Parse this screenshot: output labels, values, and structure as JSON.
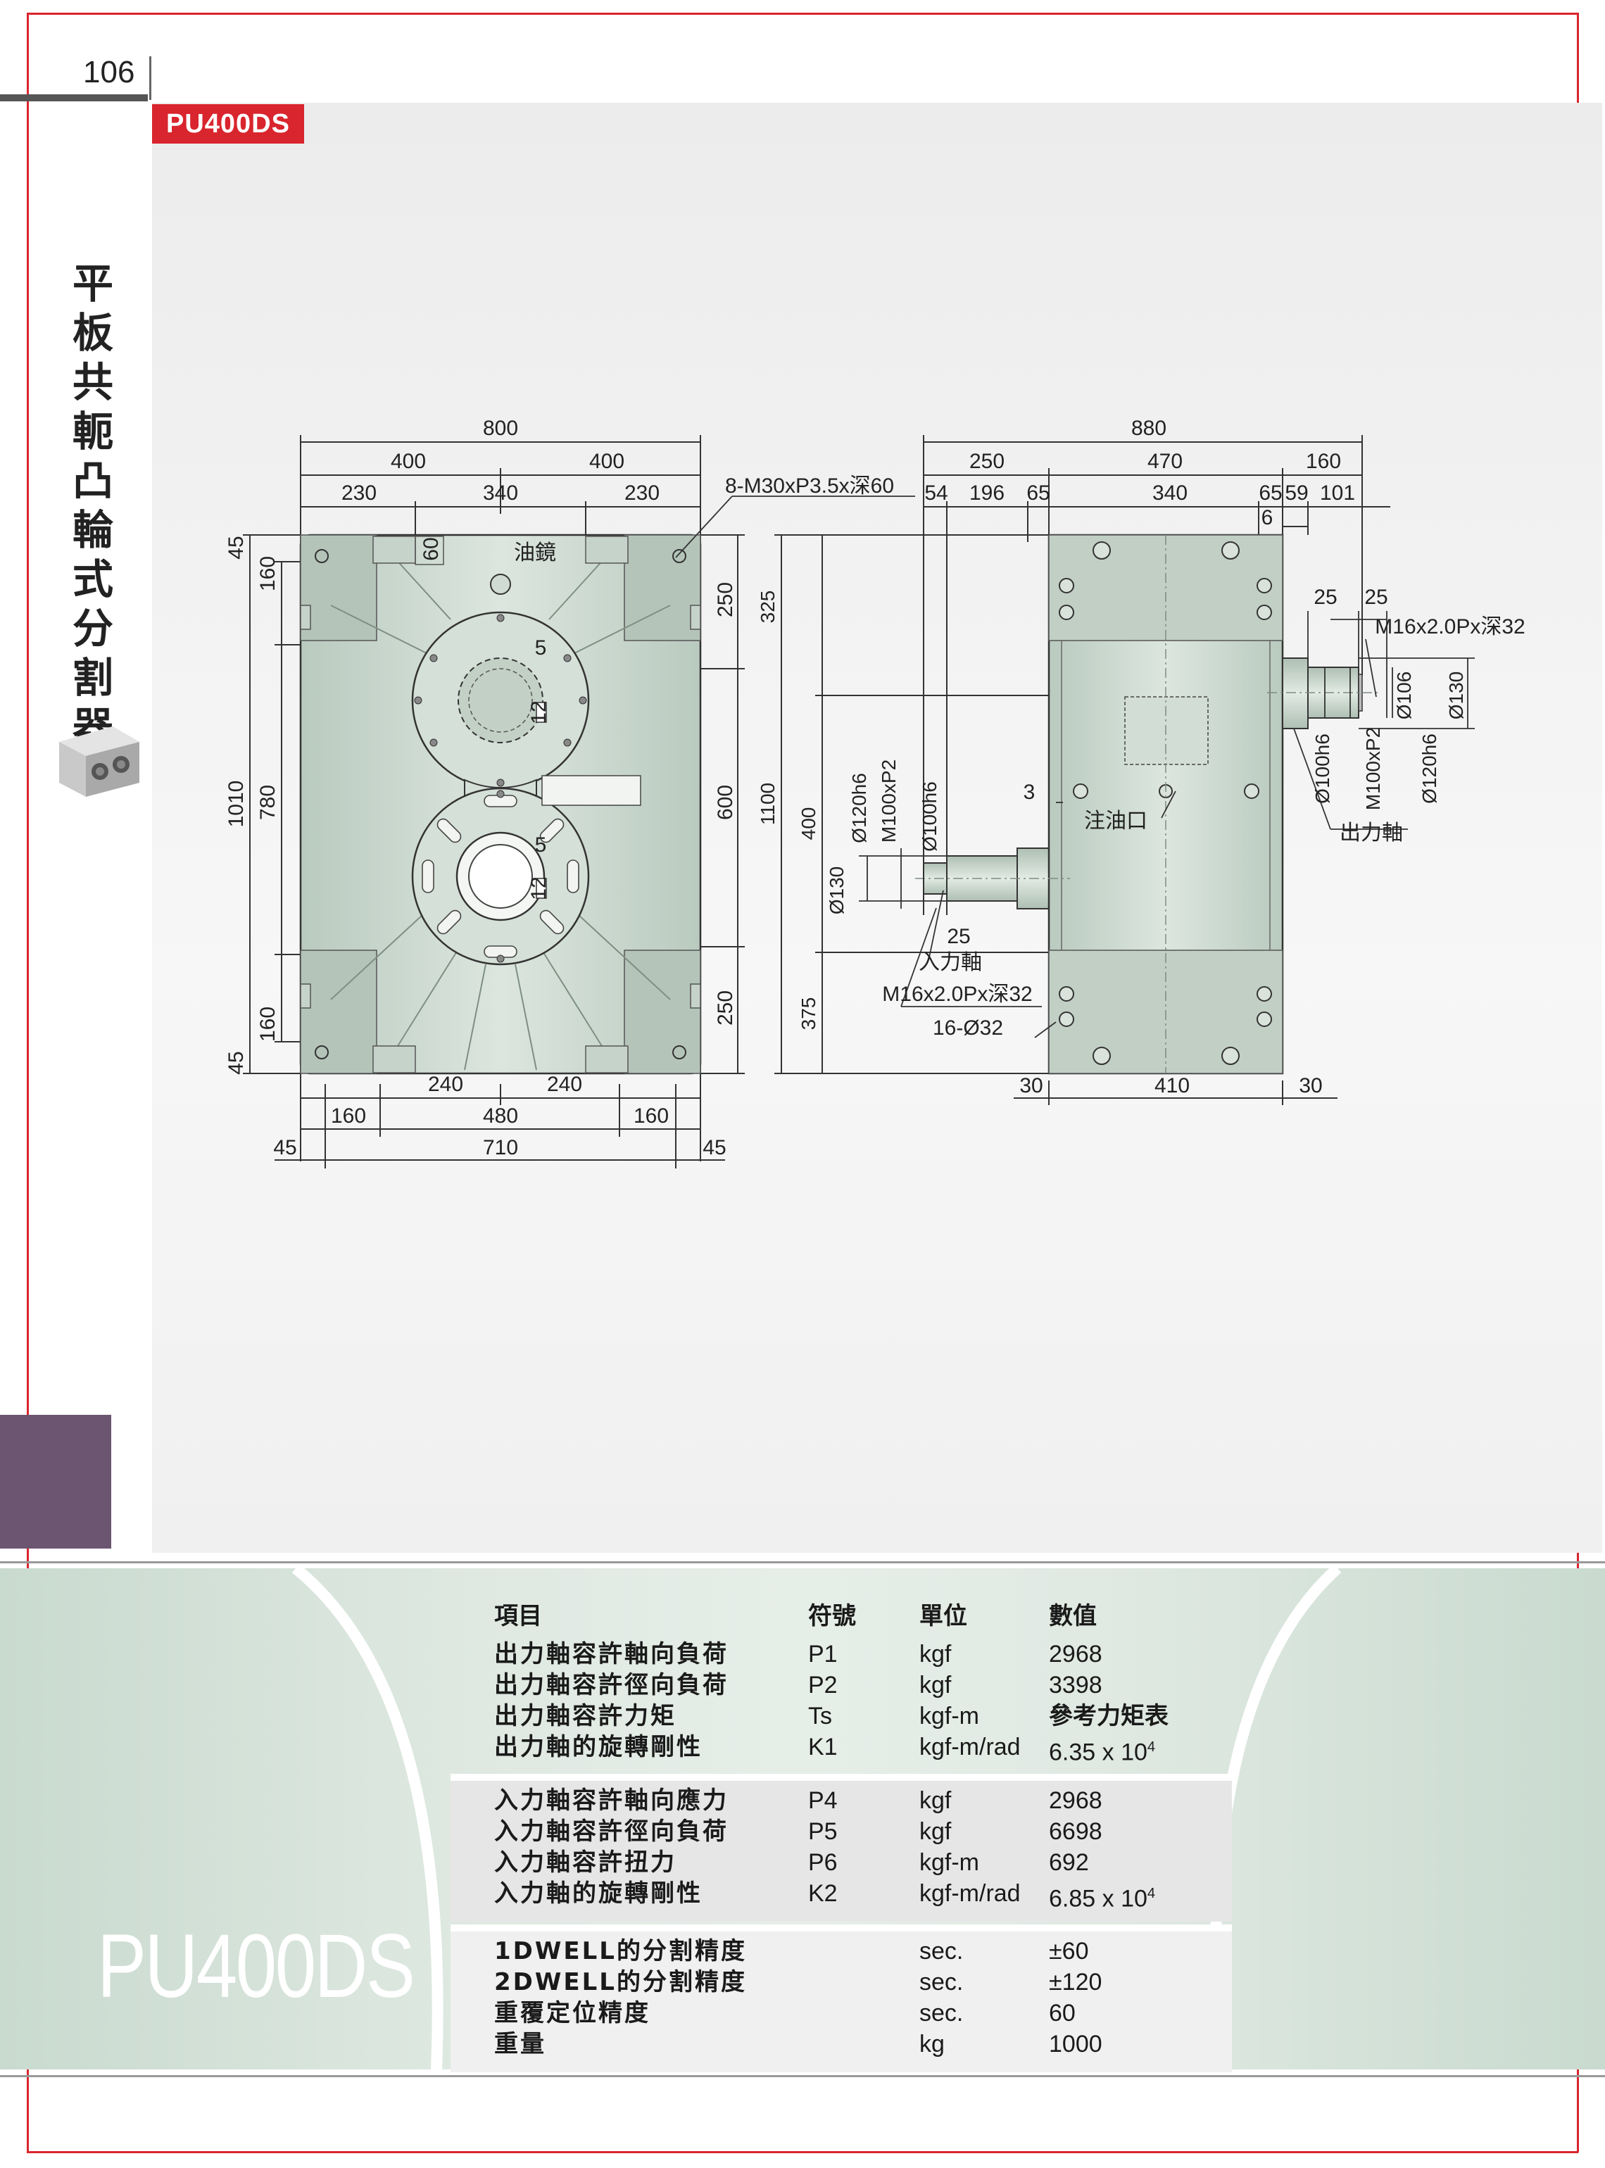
{
  "page": {
    "number": "106",
    "model_badge": "PU400DS",
    "side_title": "平板共軛凸輪式分割器",
    "big_model": "PU400DS"
  },
  "drawing": {
    "front": {
      "dim_overall_width": "800",
      "dim_half_left": "400",
      "dim_half_right": "400",
      "dim_230_left": "230",
      "dim_340": "340",
      "dim_230_right": "230",
      "thread_note": "8-M30xP3.5x深60",
      "dim_60": "60",
      "oil_window": "油鏡",
      "dim_5_top": "5",
      "dim_12_top": "12",
      "dim_5_bot": "5",
      "dim_12_bot": "12",
      "dim_45_top": "45",
      "dim_160_top": "160",
      "dim_1010": "1010",
      "dim_780": "780",
      "dim_160_bot": "160",
      "dim_45_bot": "45",
      "dim_250_top": "250",
      "dim_600": "600",
      "dim_250_bot": "250",
      "dim_240_left": "240",
      "dim_240_right": "240",
      "dim_160_bl": "160",
      "dim_480": "480",
      "dim_160_br": "160",
      "dim_45_left": "45",
      "dim_710": "710",
      "dim_45_right": "45"
    },
    "side": {
      "dim_880": "880",
      "dim_250": "250",
      "dim_470": "470",
      "dim_160": "160",
      "dim_54": "54",
      "dim_196": "196",
      "dim_65_left": "65",
      "dim_340": "340",
      "dim_65_right": "65",
      "dim_59": "59",
      "dim_101": "101",
      "dim_6": "6",
      "dim_25_a": "25",
      "dim_25_b": "25",
      "output_thread": "M16x2.0Px深32",
      "dia_106": "Ø106",
      "dia_130_out": "Ø130",
      "dia_100h6_out": "Ø100h6",
      "m100_out": "M100xP2",
      "dia_120h6_out": "Ø120h6",
      "output_shaft": "出力軸",
      "oil_inlet": "注油口",
      "dim_3": "3",
      "dim_325": "325",
      "dim_1100": "1100",
      "dim_400": "400",
      "dim_375": "375",
      "dia_120h6_in": "Ø120h6",
      "m100_in": "M100xP2",
      "dia_100h6_in": "Ø100h6",
      "dia_130_in": "Ø130",
      "dim_25_in": "25",
      "input_shaft": "入力軸",
      "input_thread": "M16x2.0Px深32",
      "holes": "16-Ø32",
      "dim_30_left": "30",
      "dim_410": "410",
      "dim_30_right": "30"
    }
  },
  "spec_table": {
    "headers": {
      "item": "項目",
      "symbol": "符號",
      "unit": "單位",
      "value": "數值"
    },
    "group1": [
      {
        "item": "出力軸容許軸向負荷",
        "symbol": "P1",
        "unit": "kgf",
        "value": "2968"
      },
      {
        "item": "出力軸容許徑向負荷",
        "symbol": "P2",
        "unit": "kgf",
        "value": "3398"
      },
      {
        "item": "出力軸容許力矩",
        "symbol": "Ts",
        "unit": "kgf-m",
        "value": "參考力矩表"
      },
      {
        "item": "出力軸的旋轉剛性",
        "symbol": "K1",
        "unit": "kgf-m/rad",
        "value": "6.35 x 10",
        "exp": "4"
      }
    ],
    "group2": [
      {
        "item": "入力軸容許軸向應力",
        "symbol": "P4",
        "unit": "kgf",
        "value": "2968"
      },
      {
        "item": "入力軸容許徑向負荷",
        "symbol": "P5",
        "unit": "kgf",
        "value": "6698"
      },
      {
        "item": "入力軸容許扭力",
        "symbol": "P6",
        "unit": "kgf-m",
        "value": "692"
      },
      {
        "item": "入力軸的旋轉剛性",
        "symbol": "K2",
        "unit": "kgf-m/rad",
        "value": "6.85 x 10",
        "exp": "4"
      }
    ],
    "group3": [
      {
        "item": "1DWELL的分割精度",
        "symbol": "",
        "unit": "sec.",
        "value": "±60"
      },
      {
        "item": "2DWELL的分割精度",
        "symbol": "",
        "unit": "sec.",
        "value": "±120"
      },
      {
        "item": "重覆定位精度",
        "symbol": "",
        "unit": "sec.",
        "value": "60"
      },
      {
        "item": "重量",
        "symbol": "",
        "unit": "kg",
        "value": "1000"
      }
    ]
  },
  "colors": {
    "accent_red": "#d9252d",
    "purple": "#6c5571",
    "body_green": "#c8d6cc",
    "table_green": "#c9dacf"
  }
}
